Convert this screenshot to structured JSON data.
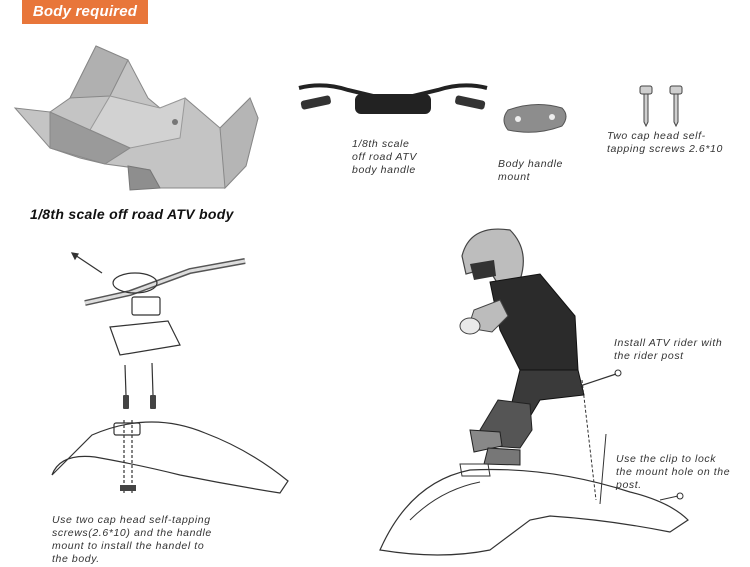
{
  "header": {
    "tag": "Body required"
  },
  "parts": {
    "body_title": "1/8th scale off road ATV body",
    "handle_caption_1": "1/8th scale",
    "handle_caption_2": "off road ATV",
    "handle_caption_3": "body handle",
    "mount_caption_1": "Body handle",
    "mount_caption_2": "mount",
    "screws_caption_1": "Two cap head self-",
    "screws_caption_2": "tapping screws 2.6*10"
  },
  "steps": {
    "rider_1": "Install ATV rider with",
    "rider_2": "the rider post",
    "clip_1": "Use the clip to lock",
    "clip_2": "the mount hole on the",
    "clip_3": "post.",
    "handle_1": "Use two cap head self-tapping",
    "handle_2": "screws(2.6*10) and the handle",
    "handle_3": "mount to install the handel to",
    "handle_4": "the body."
  },
  "colors": {
    "tag_bg": "#e8763a",
    "part_gray": "#a9a9a9",
    "dark": "#222222"
  }
}
